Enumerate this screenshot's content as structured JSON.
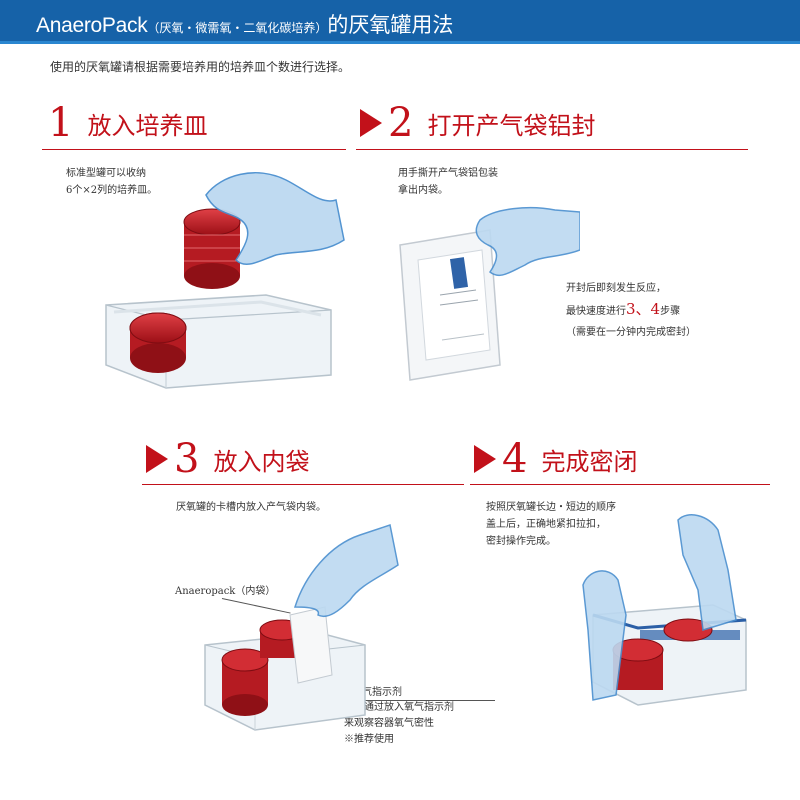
{
  "header": {
    "brand": "AnaeroPack",
    "sub": "（厌氧・微需氧・二氧化碳培养）",
    "tail": "的厌氧罐用法"
  },
  "intro": "使用的厌氧罐请根据需要培养用的培养皿个数进行选择。",
  "steps": [
    {
      "num": "1",
      "label": "放入培养皿"
    },
    {
      "num": "2",
      "label": "打开产气袋铝封"
    },
    {
      "num": "3",
      "label": "放入内袋"
    },
    {
      "num": "4",
      "label": "完成密闭"
    }
  ],
  "notes": {
    "step1": [
      "标准型罐可以收纳",
      "6个×2列的培养皿。"
    ],
    "step2": [
      "用手撕开产气袋铝包装",
      "拿出内袋。"
    ],
    "step2b_l1": "开封后即刻发生反应，",
    "step2b_l2_pre": "最快速度进行",
    "step2b_l2_hl": "3、4",
    "step2b_l2_post": "步骤",
    "step2b_l3": "（需要在一分钟内完成密封）",
    "step3": [
      "厌氧罐的卡槽内放入产气袋内袋。"
    ],
    "step3_callout": "Anaeropack（内袋）",
    "step3_indicator": [
      "氧气指示剂"
    ],
    "step3_indicator_sub": [
      "可以通过放入氧气指示剂",
      "来观察容器氧气密性",
      "※推荐使用"
    ],
    "step4": [
      "按照厌氧罐长边・短边的顺序",
      "盖上后，正确地紧扣拉扣，",
      "密封操作完成。"
    ]
  },
  "colors": {
    "header": "#1662a8",
    "accent": "#c2111a",
    "glove": "#5a9fd8",
    "dish": "#c8232a"
  }
}
